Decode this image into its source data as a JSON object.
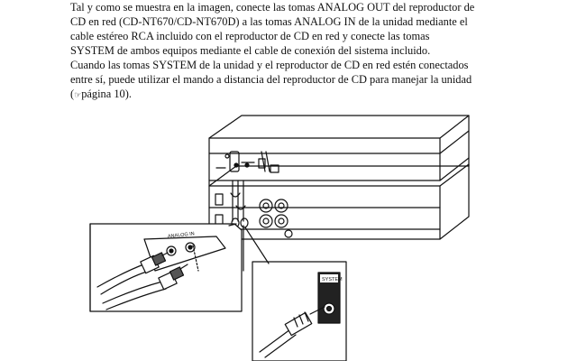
{
  "document": {
    "paragraph1_lines": [
      "Tal y como se muestra en la imagen, conecte las tomas ANALOG OUT del reproductor de",
      "CD en red (CD-NT670/CD-NT670D) a las tomas ANALOG IN de la unidad mediante el",
      "cable estéreo RCA incluido con el reproductor de CD en red y conecte las tomas",
      "SYSTEM de ambos equipos mediante el cable de conexión del sistema incluido."
    ],
    "paragraph2_lines": [
      "Cuando las tomas SYSTEM de la unidad y el reproductor de CD en red estén conectados",
      "entre sí, puede utilizar el mando a distancia del reproductor de CD para manejar la unidad"
    ],
    "page_ref_open": "(",
    "page_ref_icon": "☞",
    "page_ref_text": "página 10)."
  },
  "figure": {
    "analog_in_label": "ANALOG IN",
    "system_label": "SYSTEM",
    "icons": [
      "rca-plug-icon",
      "mini-jack-plug-icon"
    ]
  }
}
